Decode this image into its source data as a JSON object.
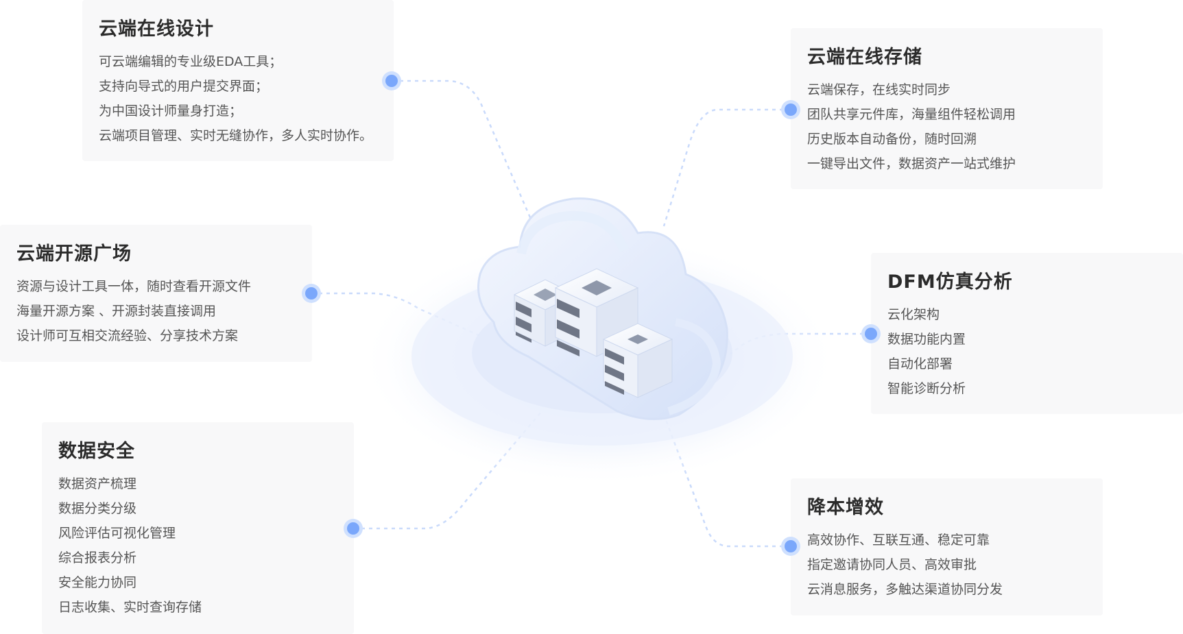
{
  "features": [
    {
      "title": "云端在线设计",
      "items": [
        "可云端编辑的专业级EDA工具；",
        "支持向导式的用户提交界面；",
        "为中国设计师量身打造；",
        "云端项目管理、实时无缝协作，多人实时协作。"
      ]
    },
    {
      "title": "云端开源广场",
      "items": [
        "资源与设计工具一体，随时查看开源文件",
        "海量开源方案 、开源封装直接调用",
        "设计师可互相交流经验、分享技术方案"
      ]
    },
    {
      "title": "数据安全",
      "items": [
        "数据资产梳理",
        "数据分类分级",
        "风险评估可视化管理",
        "综合报表分析",
        "安全能力协同",
        "日志收集、实时查询存储"
      ]
    },
    {
      "title": "云端在线存储",
      "items": [
        "云端保存，在线实时同步",
        "团队共享元件库，海量组件轻松调用",
        "历史版本自动备份，随时回溯",
        "一键导出文件，数据资产一站式维护"
      ]
    },
    {
      "title": "DFM仿真分析",
      "items": [
        "云化架构",
        "数据功能内置",
        "自动化部署",
        "智能诊断分析"
      ]
    },
    {
      "title": "降本增效",
      "items": [
        "高效协作、互联互通、稳定可靠",
        "指定邀请协同人员、高效审批",
        "云消息服务，多触达渠道协同分发"
      ]
    }
  ],
  "icons": {
    "center": "cloud-server-illustration",
    "connector": "connector-dot-icon"
  },
  "colors": {
    "accent": "#7aa7fb",
    "card_bg": "#f8f8f9",
    "line": "#c9dafb"
  }
}
